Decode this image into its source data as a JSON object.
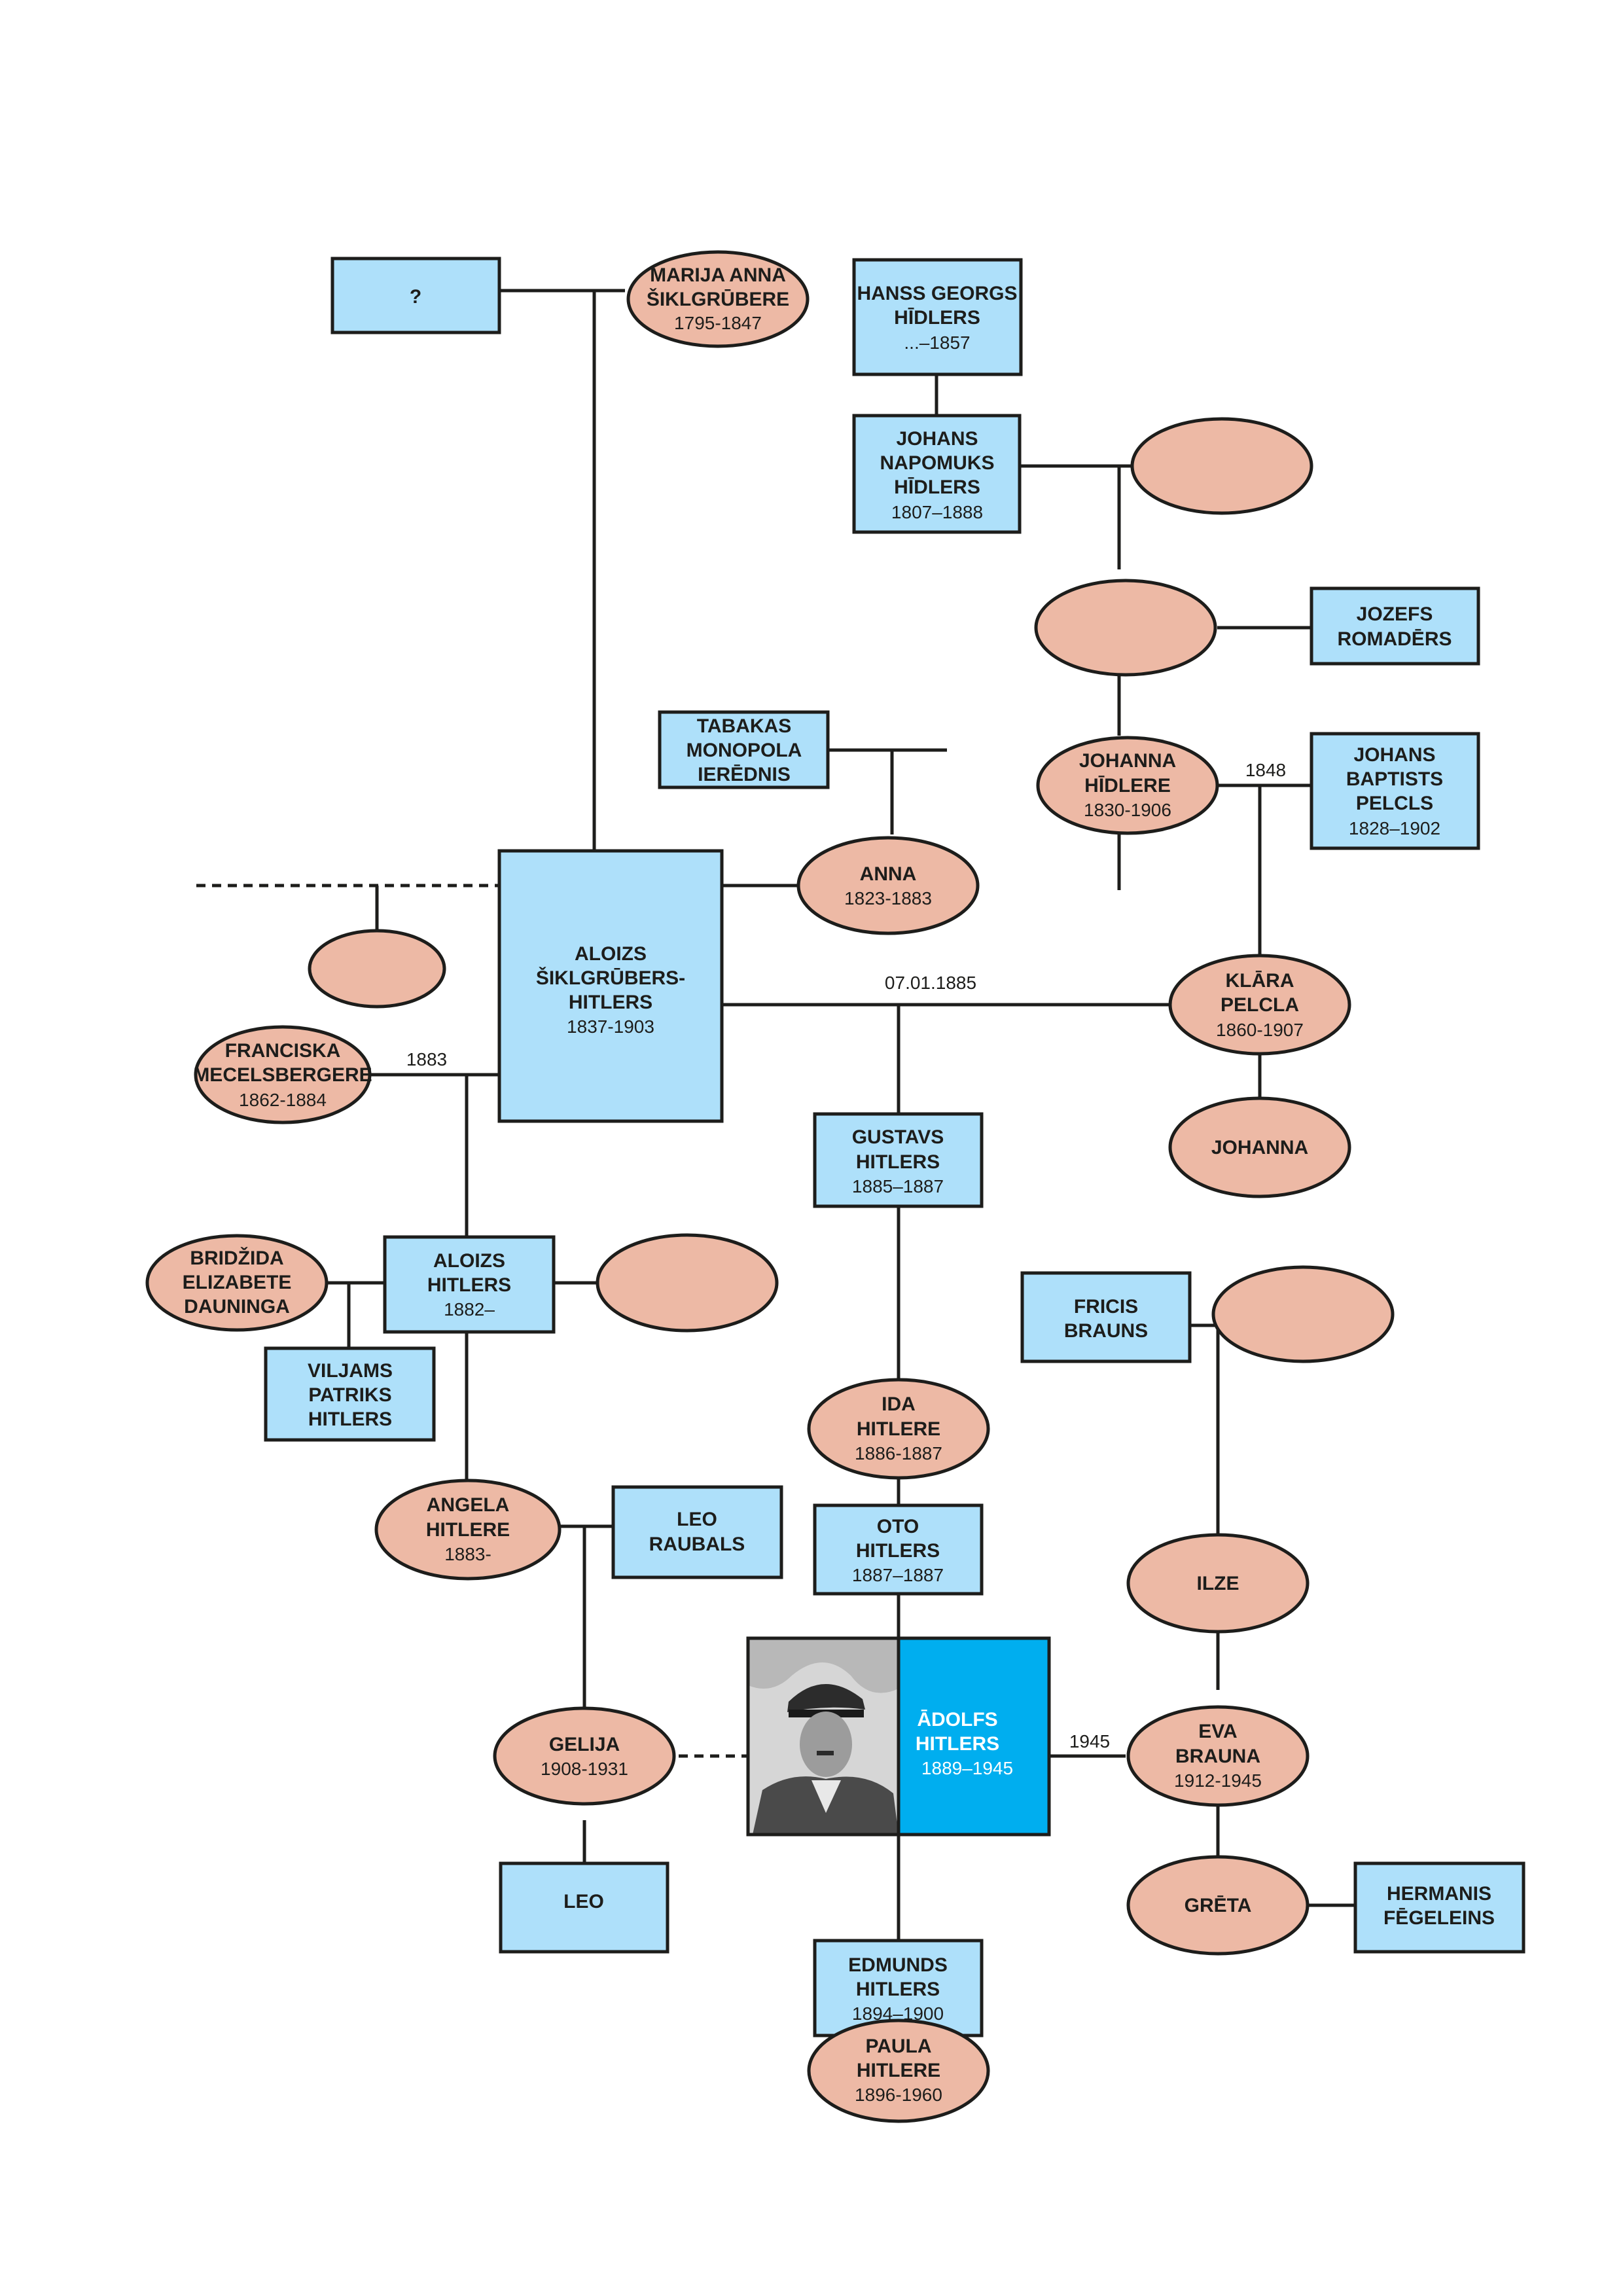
{
  "colors": {
    "male_fill": "#aee0fa",
    "female_fill": "#edb9a5",
    "highlight_fill": "#00aeef",
    "line": "#1d1d1b",
    "text": "#1d1d1b",
    "highlight_text": "#ffffff"
  },
  "people": {
    "unknown": {
      "lines": [
        "?"
      ]
    },
    "marija": {
      "lines": [
        "MARIJA ANNA",
        "ŠIKLGRŪBERE"
      ],
      "dates": "1795-1847"
    },
    "hanss": {
      "lines": [
        "HANSS GEORGS",
        "HĪDLERS"
      ],
      "dates": "...–1857"
    },
    "johans_n": {
      "lines": [
        "JOHANS",
        "NAPOMUKS",
        "HĪDLERS"
      ],
      "dates": "1807–1888"
    },
    "jozefs": {
      "lines": [
        "JOZEFS",
        "ROMADĒRS"
      ]
    },
    "tabakas": {
      "lines": [
        "TABAKAS",
        "MONOPOLA",
        "IERĒDNIS"
      ]
    },
    "johanna_h": {
      "lines": [
        "JOHANNA",
        "HĪDLERE"
      ],
      "dates": "1830-1906"
    },
    "johans_b": {
      "lines": [
        "JOHANS",
        "BAPTISTS",
        "PELCLS"
      ],
      "dates": "1828–1902"
    },
    "anna": {
      "lines": [
        "ANNA"
      ],
      "dates": "1823-1883"
    },
    "aloizs_s": {
      "lines": [
        "ALOIZS",
        "ŠIKLGRŪBERS-",
        "HITLERS"
      ],
      "dates": "1837-1903"
    },
    "klara": {
      "lines": [
        "KLĀRA",
        "PELCLA"
      ],
      "dates": "1860-1907"
    },
    "franciska": {
      "lines": [
        "FRANCISKA",
        "MECELSBERGERE"
      ],
      "dates": "1862-1884"
    },
    "gustavs": {
      "lines": [
        "GUSTAVS",
        "HITLERS"
      ],
      "dates": "1885–1887"
    },
    "johanna": {
      "lines": [
        "JOHANNA"
      ]
    },
    "bridzida": {
      "lines": [
        "BRIDŽIDA",
        "ELIZABETE",
        "DAUNINGA"
      ]
    },
    "aloizs_h": {
      "lines": [
        "ALOIZS",
        "HITLERS"
      ],
      "dates": "1882–"
    },
    "fricis": {
      "lines": [
        "FRICIS",
        "BRAUNS"
      ]
    },
    "viljams": {
      "lines": [
        "VILJAMS",
        "PATRIKS",
        "HITLERS"
      ]
    },
    "ida": {
      "lines": [
        "IDA",
        "HITLERE"
      ],
      "dates": "1886-1887"
    },
    "angela": {
      "lines": [
        "ANGELA",
        "HITLERE"
      ],
      "dates": "1883-"
    },
    "leo_r": {
      "lines": [
        "LEO",
        "RAUBALS"
      ]
    },
    "oto": {
      "lines": [
        "OTO",
        "HITLERS"
      ],
      "dates": "1887–1887"
    },
    "ilze": {
      "lines": [
        "ILZE"
      ]
    },
    "adolfs": {
      "lines": [
        "ĀDOLFS",
        "HITLERS"
      ],
      "dates": "1889–1945"
    },
    "gelija": {
      "lines": [
        "GELIJA"
      ],
      "dates": "1908-1931"
    },
    "eva": {
      "lines": [
        "EVA",
        "BRAUNA"
      ],
      "dates": "1912-1945"
    },
    "leo": {
      "lines": [
        "LEO"
      ]
    },
    "greta": {
      "lines": [
        "GRĒTA"
      ]
    },
    "hermanis": {
      "lines": [
        "HERMANIS",
        "FĒGELEINS"
      ]
    },
    "edmunds": {
      "lines": [
        "EDMUNDS",
        "HITLERS"
      ],
      "dates": "1894–1900"
    },
    "paula": {
      "lines": [
        "PAULA",
        "HITLERE"
      ],
      "dates": "1896-1960"
    }
  },
  "edge_labels": {
    "m1848": "1848",
    "m1885": "07.01.1885",
    "m1883": "1883",
    "m1945": "1945"
  }
}
